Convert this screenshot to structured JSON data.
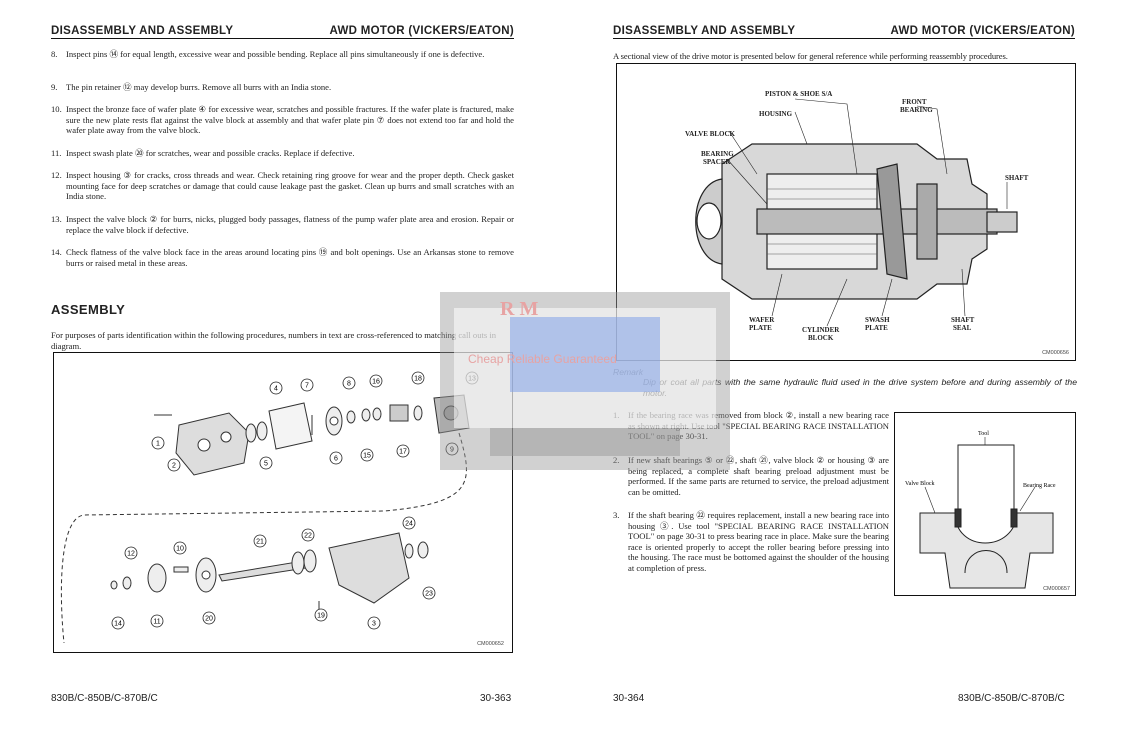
{
  "left_page": {
    "header_left": "DISASSEMBLY AND ASSEMBLY",
    "header_right": "AWD MOTOR (VICKERS/EATON)",
    "items": [
      {
        "num": "8.",
        "text": "Inspect pins ⑭ for equal length, excessive wear and possible bending. Replace all pins simultaneously if one is defective."
      },
      {
        "num": "9.",
        "text": "The pin retainer ⑫ may develop burrs. Remove all burrs with an India stone."
      },
      {
        "num": "10.",
        "text": "Inspect the bronze face of wafer plate ④ for excessive wear, scratches and possible fractures. If the wafer plate is fractured, make sure the new plate rests flat against the valve block at assembly and that wafer plate pin ⑦ does not extend too far and hold the wafer plate away from the valve block."
      },
      {
        "num": "11.",
        "text": "Inspect swash plate ⑳ for scratches, wear and possible cracks. Replace if defective."
      },
      {
        "num": "12.",
        "text": "Inspect housing ③ for cracks, cross threads and wear. Check retaining ring groove for wear and the proper depth. Check gasket mounting face for deep scratches or damage that could cause leakage past the gasket. Clean up burrs and small scratches with an India stone."
      },
      {
        "num": "13.",
        "text": "Inspect the valve block ② for burrs, nicks, plugged body passages, flatness of the pump wafer plate area and erosion. Repair or replace the valve block if defective."
      },
      {
        "num": "14.",
        "text": "Check flatness of the valve block face in the areas around locating pins ⑲ and bolt openings. Use an Arkansas stone to remove burrs or raised metal in these areas."
      }
    ],
    "section_title": "ASSEMBLY",
    "section_intro": "For purposes of parts identification within the following procedures, numbers in text are cross-referenced to matching call outs in diagram.",
    "figure": {
      "id": "CM000652",
      "callouts": [
        "1",
        "2",
        "3",
        "4",
        "5",
        "6",
        "7",
        "8",
        "9",
        "10",
        "11",
        "12",
        "13",
        "14",
        "15",
        "16",
        "17",
        "18",
        "19",
        "20",
        "21",
        "22",
        "23",
        "24"
      ]
    },
    "footer_left": "830B/C-850B/C-870B/C",
    "footer_right": "30-363"
  },
  "right_page": {
    "header_left": "DISASSEMBLY AND ASSEMBLY",
    "header_right": "AWD MOTOR (VICKERS/EATON)",
    "intro": "A sectional view of the drive motor is presented below for general reference while performing reassembly procedures.",
    "section_figure": {
      "id": "CM000656",
      "labels": {
        "piston_shoe": "PISTON & SHOE S/A",
        "housing": "HOUSING",
        "front_bearing_1": "FRONT",
        "front_bearing_2": "BEARING",
        "valve_block": "VALVE BLOCK",
        "bearing_spacer_1": "BEARING",
        "bearing_spacer_2": "SPACER",
        "shaft": "SHAFT",
        "wafer_plate_1": "WAFER",
        "wafer_plate_2": "PLATE",
        "cylinder_block_1": "CYLINDER",
        "cylinder_block_2": "BLOCK",
        "swash_plate_1": "SWASH",
        "swash_plate_2": "PLATE",
        "shaft_seal_1": "SHAFT",
        "shaft_seal_2": "SEAL"
      }
    },
    "remark_title": "Remark",
    "remark_text": "Dip or coat all parts with the same hydraulic fluid used in the drive system before and during assembly of the motor.",
    "items": [
      {
        "num": "1.",
        "text": "If the bearing race was removed from block ②, install a new bearing race as shown at right. Use tool \"SPECIAL BEARING RACE INSTALLATION TOOL\" on page 30-31."
      },
      {
        "num": "2.",
        "text": "If new shaft bearings ⑤ or ㉒, shaft ㉑, valve block ② or housing ③ are being replaced, a complete shaft bearing preload adjustment must be performed. If the same parts are returned to service, the preload adjustment can be omitted."
      },
      {
        "num": "3.",
        "text": "If the shaft bearing ㉒ requires replacement, install a new bearing race into housing ③. Use tool \"SPECIAL BEARING RACE INSTALLATION TOOL\" on page 30-31 to press bearing race in place. Make sure the bearing race is oriented properly to accept the roller bearing before pressing into the housing. The race must be bottomed against the shoulder of the housing at completion of press."
      }
    ],
    "race_figure": {
      "id": "CM000657",
      "tool_label": "Tool",
      "valve_block_label": "Valve Block",
      "bearing_race_label": "Bearing Race"
    },
    "footer_left": "30-364",
    "footer_right": "830B/C-850B/C-870B/C"
  },
  "watermark": {
    "letters": "R M",
    "tagline": "Cheap Reliable Guaranteed"
  }
}
